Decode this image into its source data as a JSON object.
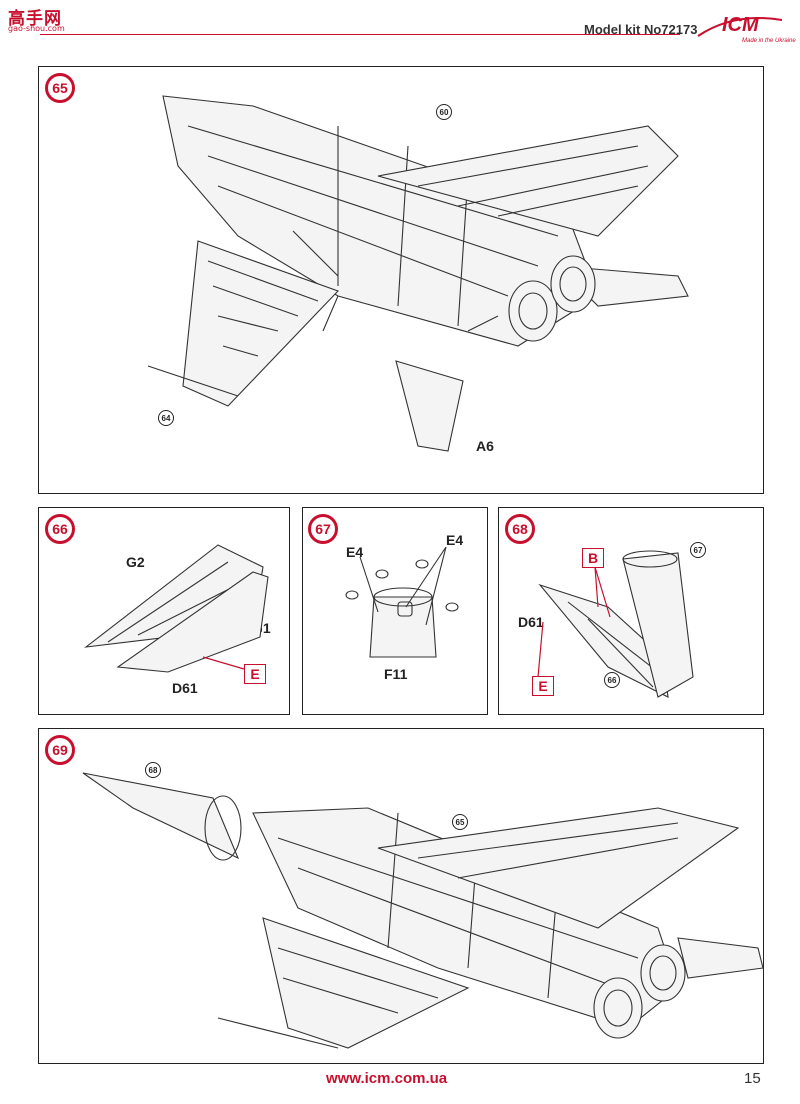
{
  "header": {
    "watermark": "高手网",
    "watermark_sub": "gao-shou.com",
    "kit_label": "Model kit No72173",
    "logo": "ICM",
    "logo_tagline": "Made in the Ukraine"
  },
  "steps": [
    {
      "number": "65",
      "refs": [
        "60",
        "64"
      ],
      "parts": [
        "A6"
      ]
    },
    {
      "number": "66",
      "parts": [
        "G2",
        "G1",
        "D61"
      ],
      "highlight": "E"
    },
    {
      "number": "67",
      "parts": [
        "E4",
        "E4",
        "F11"
      ]
    },
    {
      "number": "68",
      "refs": [
        "67",
        "66"
      ],
      "parts": [
        "D61"
      ],
      "highlights": [
        "B",
        "E"
      ]
    },
    {
      "number": "69",
      "refs": [
        "68",
        "65"
      ]
    }
  ],
  "footer": {
    "url": "www.icm.com.ua",
    "page": "15"
  },
  "colors": {
    "accent": "#c8102e",
    "line": "#222222"
  }
}
